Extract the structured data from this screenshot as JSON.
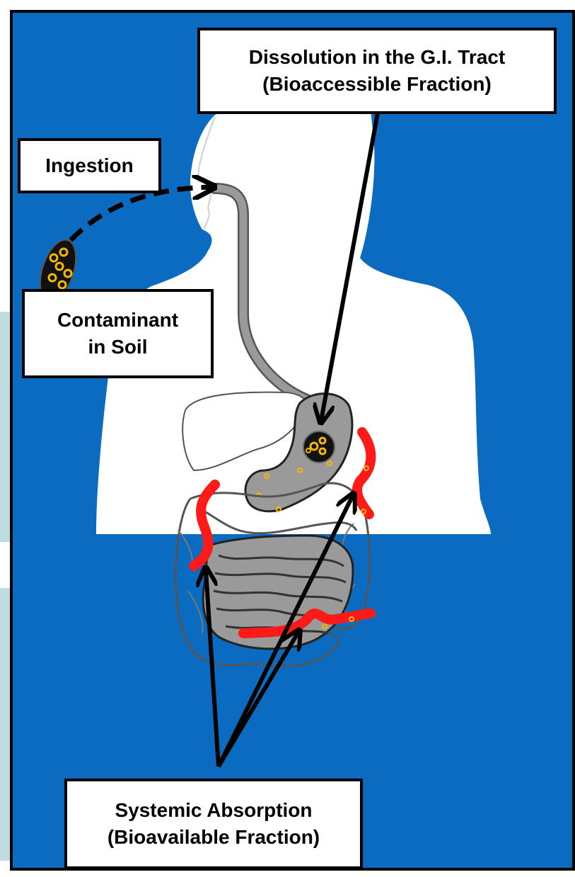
{
  "labels": {
    "dissolution": {
      "line1": "Dissolution in the G.I. Tract",
      "line2": "(Bioaccessible Fraction)"
    },
    "ingestion": "Ingestion",
    "contaminant": {
      "line1": "Contaminant",
      "line2": "in Soil"
    },
    "absorption": {
      "line1": "Systemic Absorption",
      "line2": "(Bioavailable Fraction)"
    }
  },
  "colors": {
    "panel": "#0a6bc0",
    "body": "#ffffff",
    "organ": "#9a9a9a",
    "blood_vessel": "#ff1a1a",
    "contaminant_particle": "#f5b800",
    "arrow": "#000000"
  }
}
